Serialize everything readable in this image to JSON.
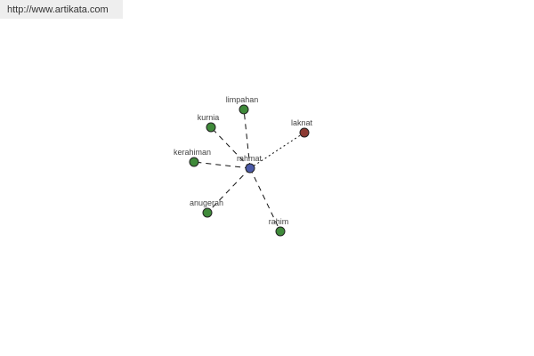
{
  "site_link": "http://www.artikata.com",
  "graph": {
    "center": {
      "label": "rahmat",
      "color": "#4b5aa8"
    },
    "nodes": [
      {
        "label": "limpahan",
        "color": "#3f8a3a"
      },
      {
        "label": "kurnia",
        "color": "#3f8a3a"
      },
      {
        "label": "kerahiman",
        "color": "#3f8a3a"
      },
      {
        "label": "anugerah",
        "color": "#3f8a3a"
      },
      {
        "label": "rahim",
        "color": "#3f8a3a"
      },
      {
        "label": "laknat",
        "color": "#8c3a32"
      }
    ]
  }
}
